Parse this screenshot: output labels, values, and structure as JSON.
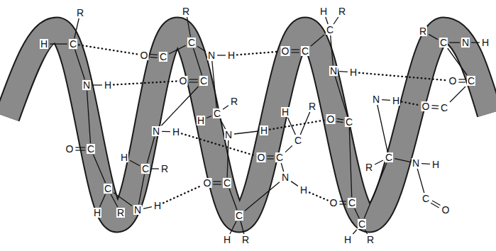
{
  "diagram": {
    "labels": [
      "R",
      "H",
      "C",
      "N",
      "H",
      "O",
      "C",
      "C",
      "H",
      "R",
      "N",
      "H",
      "H",
      "C",
      "R",
      "N",
      "H",
      "O",
      "C",
      "O",
      "C",
      "R",
      "C",
      "N",
      "H",
      "R",
      "C",
      "H",
      "N",
      "H",
      "O",
      "C",
      "C",
      "H",
      "R",
      "O",
      "C",
      "N",
      "H",
      "O",
      "C",
      "H",
      "R",
      "C",
      "N",
      "H",
      "R",
      "H",
      "C",
      "O",
      "C",
      "O",
      "C",
      "C",
      "H",
      "R",
      "R",
      "C",
      "N",
      "H",
      "O",
      "C",
      "N",
      "H",
      "O",
      "C",
      "R",
      "C",
      "N",
      "H",
      "C",
      "O"
    ]
  }
}
